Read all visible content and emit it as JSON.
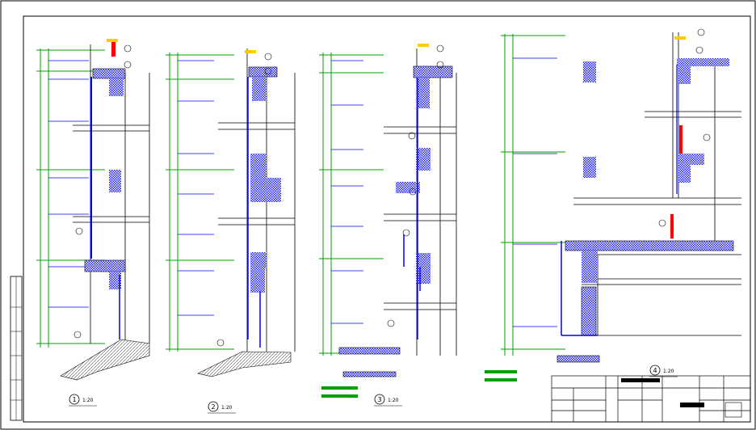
{
  "drawing": {
    "details": [
      {
        "number": "1",
        "scale": "1:20"
      },
      {
        "number": "2",
        "scale": "1:20"
      },
      {
        "number": "3",
        "scale": "1:20"
      },
      {
        "number": "4",
        "scale": "1:20"
      }
    ]
  },
  "colors": {
    "line": "#000000",
    "dimension": "#0000ff",
    "hatch": "#1a1aff",
    "green": "#00a000",
    "red": "#ff0000",
    "yellow": "#ffcc00"
  }
}
